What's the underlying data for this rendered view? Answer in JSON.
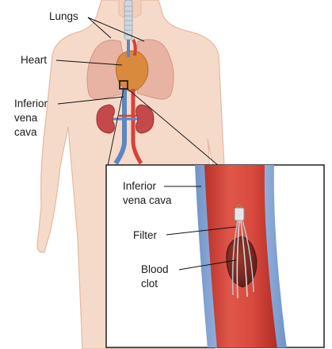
{
  "labels": {
    "lungs": "Lungs",
    "heart": "Heart",
    "ivc_body_line1": "Inferior",
    "ivc_body_line2": "vena",
    "ivc_body_line3": "cava",
    "ivc_inset_line1": "Inferior",
    "ivc_inset_line2": "vena cava",
    "filter": "Filter",
    "clot_line1": "Blood",
    "clot_line2": "clot"
  },
  "colors": {
    "skin": "#f6dac9",
    "skin_outline": "#e7c2ad",
    "lung": "#e6aea0",
    "heart": "#d9843a",
    "kidney": "#c04a4a",
    "artery": "#d8413a",
    "vein": "#5b87c4",
    "vessel_lumen": "#d54b3f",
    "vessel_wall": "#8fb0db",
    "clot": "#7a2a22",
    "filter_metal": "#c9c9c9"
  }
}
